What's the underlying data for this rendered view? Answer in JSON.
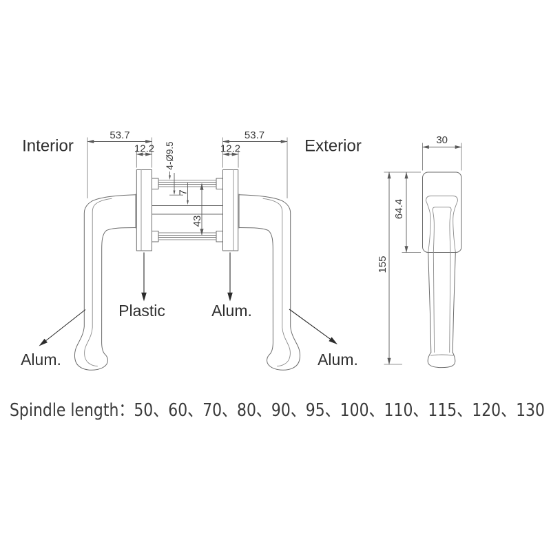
{
  "front_view": {
    "interior_label": "Interior",
    "exterior_label": "Exterior",
    "dims": {
      "left_depth": "53.7",
      "left_plate_thickness": "12.2",
      "screw_holes": "4-Ø9.5",
      "spindle_square": "7",
      "screw_spacing": "43",
      "right_depth": "53.7",
      "right_plate_thickness": "12.2"
    },
    "materials": {
      "left_plate": "Plastic",
      "right_plate": "Alum.",
      "left_handle": "Alum.",
      "right_handle": "Alum."
    }
  },
  "side_view": {
    "dims": {
      "width": "30",
      "plate_height": "64.4",
      "total_height": "155"
    }
  },
  "footer": {
    "spindle_lengths_text": "Spindle length：50、60、70、80、90、95、100、110、115、120、130",
    "spindle_length_label": "Spindle length",
    "spindle_length_values": [
      50,
      60,
      70,
      80,
      90,
      95,
      100,
      110,
      115,
      120,
      130
    ]
  },
  "colors": {
    "line": "#6b6b6b",
    "dimension": "#5a5a5a",
    "text": "#3a3a3a",
    "background": "#ffffff"
  }
}
